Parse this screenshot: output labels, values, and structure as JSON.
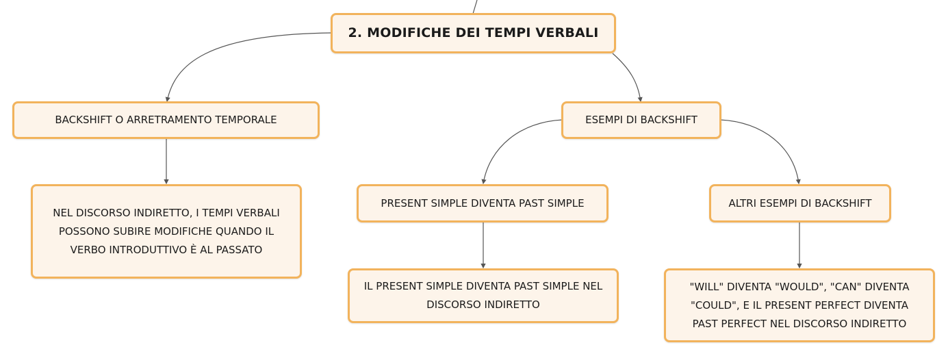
{
  "mindmap": {
    "root": {
      "label": "2. MODIFICHE DEI TEMPI VERBALI"
    },
    "branches": [
      {
        "label": "BACKSHIFT O ARRETRAMENTO TEMPORALE",
        "children": [
          {
            "label": "NEL DISCORSO INDIRETTO, I TEMPI VERBALI POSSONO SUBIRE MODIFICHE QUANDO IL VERBO INTRODUTTIVO È AL PASSATO"
          }
        ]
      },
      {
        "label": "ESEMPI DI BACKSHIFT",
        "children": [
          {
            "label": "PRESENT SIMPLE DIVENTA PAST SIMPLE",
            "children": [
              {
                "label": "IL PRESENT SIMPLE DIVENTA PAST SIMPLE NEL DISCORSO INDIRETTO"
              }
            ]
          },
          {
            "label": "ALTRI ESEMPI DI BACKSHIFT",
            "children": [
              {
                "label": "\"WILL\" DIVENTA \"WOULD\", \"CAN\" DIVENTA \"COULD\", E IL PRESENT PERFECT DIVENTA PAST PERFECT NEL DISCORSO INDIRETTO"
              }
            ]
          }
        ]
      }
    ]
  },
  "colors": {
    "node_fill": "#fdf4ea",
    "node_border": "#f2b35c",
    "connector": "#555555",
    "text": "#1a1a1a"
  }
}
